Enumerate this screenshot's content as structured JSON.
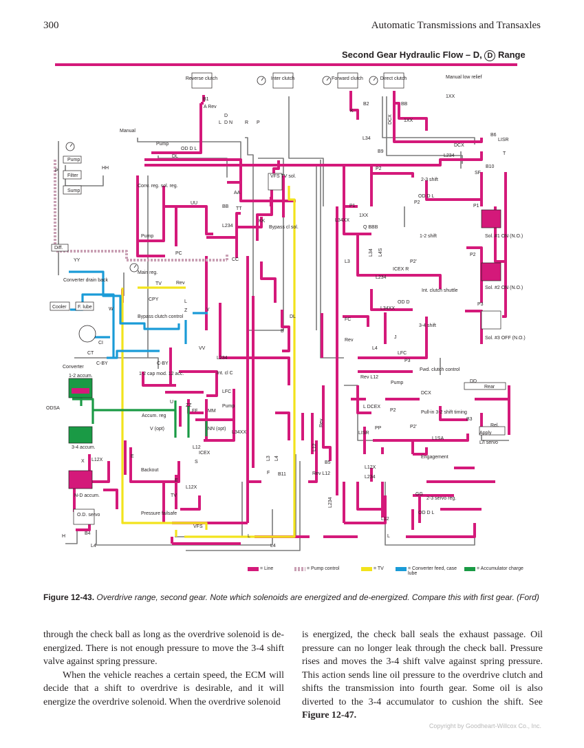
{
  "page": {
    "number": "300",
    "running_title": "Automatic Transmissions and Transaxles",
    "copyright": "Copyright by Goodheart-Willcox Co., Inc."
  },
  "diagram": {
    "title_prefix": "Second Gear Hydraulic Flow – D,",
    "title_circle": "D",
    "title_suffix": "Range",
    "colors": {
      "line": "#d4197a",
      "pump_control": "#c9a0b4",
      "tv": "#f2e31c",
      "converter": "#1a9bd7",
      "accumulator": "#1a9a45",
      "exhaust": "#7a7a7a"
    },
    "labels": {
      "reverse_clutch": "Reverse clutch",
      "inter_clutch": "Inter clutch",
      "forward_clutch": "Forward clutch",
      "direct_clutch": "Direct clutch",
      "manual_low_relief": "Manual low relief",
      "b1": "B1",
      "b2": "B2",
      "a_rev": "A Rev",
      "k": "K",
      "bb": "BB",
      "dcx": "DCX",
      "x1xx": "1XX",
      "x1xx_b": "1XX",
      "manual_pos": "D",
      "manual_l": "L",
      "manual_d": "D",
      "manual_n": "N",
      "manual_r": "R",
      "manual_p": "P",
      "manual": "Manual",
      "pump_top": "Pump",
      "od_d_l": "OD D L",
      "dl": "DL",
      "l34": "L34",
      "b9": "B9",
      "dcx_r": "DCX",
      "l234_r": "L234",
      "b6": "B6",
      "lisr": "LISR",
      "t": "T",
      "b10": "B10",
      "sf": "SF",
      "pump_left": "Pump",
      "p_left": "P",
      "filter": "Filter",
      "hh": "HH",
      "sump": "Sump",
      "conv_reg": "Conv. reg. sol. reg.",
      "aa": "AA",
      "uu": "UU",
      "bb2": "BB",
      "tt": "TT",
      "vfs": "VFS TV sol.",
      "kk": "KK",
      "bypass_cl_sol": "Bypass cl sol.",
      "p2": "P2",
      "shift_23": "2-3 shift",
      "od_d_l2": "OD D L",
      "p2b": "P2",
      "p1": "P1",
      "x1xx_c": "1XX",
      "l34xx": "L34XX",
      "q_bbb": "Q BBB",
      "shift_12": "1-2 shift",
      "p1r": "P1",
      "l234_m": "L234",
      "pump_mid": "Pump",
      "diff": "Diff.",
      "yy": "YY",
      "pc": "PC",
      "cc": "CC",
      "main_reg": "Main reg.",
      "tv_m": "TV",
      "rev_m": "Rev",
      "converter_drain": "Converter drain back",
      "cooler": "Cooler",
      "f_lube": "F. lube",
      "w": "W",
      "cpy": "CPY",
      "l_m": "L",
      "bypass_clutch": "Bypass clutch control",
      "z": "Z",
      "y": "Y",
      "b": "B",
      "dl2": "DL",
      "ct": "CT",
      "ci": "CI",
      "vv": "VV",
      "l3": "L3",
      "l34s": "L34",
      "l4s": "L4S",
      "p2c": "P2'",
      "icex_r": "ICEX R",
      "l234_c": "L234",
      "int_clutch_shuttle": "Int. clutch shuttle",
      "od_d": "OD D",
      "l34xx_c": "L34XX",
      "sol1": "Sol. #1 ON (N.O.)",
      "p2_sol": "P2",
      "sol2": "Sol. #2 ON (N.O.)",
      "p3": "P3",
      "sol3": "Sol. #3 OFF (N.O.)",
      "fc": "FC",
      "shift_34": "3-4 shift",
      "j": "J",
      "rev_c": "Rev",
      "l4": "L4",
      "lfc": "LFC",
      "p3b": "P3",
      "converter": "Converter",
      "c_by": "C-BY",
      "c_by2": "C-BY",
      "l234_b": "L234",
      "accum_12": "1-2 accum.",
      "cap_mod": "1-2 cap mod. 12 acc.",
      "int_cl": "Int. cl C",
      "lfc_b": "LFC",
      "rev_l12": "Rev L12",
      "fwd_clutch_control": "Fwd. clutch control",
      "pump_fc": "Pump",
      "dd": "DD",
      "rear": "Rear",
      "odsa": "ODSA",
      "u": "U",
      "zz": "ZZ",
      "ff": "FF",
      "mm": "MM",
      "pump_ac": "Pump",
      "accum_reg": "Accum. reg",
      "v_opt": "V (opt)",
      "nn_opt": "NN (opt)",
      "l34xx_b": "L34XX",
      "l_dcex": "L DCEX",
      "p2d": "P2",
      "pp": "PP",
      "p2e": "P2'",
      "pullin": "Pull-in 3-2 shift timing",
      "lisr_b": "LISR",
      "rev_v": "Rev",
      "l1sa": "L1SA",
      "b3": "B3",
      "apply": "Apply",
      "rel": "Rel.",
      "li_servo": "L/I servo",
      "accum_34": "3-4 accum.",
      "x": "X",
      "l12x": "L12X",
      "e": "E",
      "l12": "L12",
      "icex": "ICEX",
      "s": "S",
      "backout": "Backout",
      "e2": "E",
      "l12x_b": "L12X",
      "l3_v": "L3",
      "l4_v": "L4",
      "l12_v": "L12",
      "b5": "B5",
      "f": "F",
      "b11": "B11",
      "rev_l12_b": "Rev L12",
      "l12x_c": "L12X",
      "l234_d": "L234",
      "engagement": "Engagement",
      "nd_accum": "N-D accum.",
      "tv_b": "TV",
      "pressure_failsafe": "Pressure failsafe",
      "vfs_b": "VFS",
      "gg": "GG",
      "servo_reg": "2-3 servo reg.",
      "od_d_l3": "OD D L",
      "l234_v": "L234",
      "l12_b": "L12",
      "od_servo": "O.D. servo",
      "h": "H",
      "b4": "B4",
      "l4_b": "L4",
      "l_bot": "L",
      "l4_bot": "L4",
      "l_bot2": "L"
    },
    "legend": [
      {
        "label": "= Line",
        "color": "#d4197a"
      },
      {
        "label": "= Pump control",
        "color": "#c9a0b4"
      },
      {
        "label": "= TV",
        "color": "#f2e31c"
      },
      {
        "label": "= Converter feed, case lube",
        "color": "#1a9bd7"
      },
      {
        "label": "= Accumulator charge",
        "color": "#1a9a45"
      }
    ]
  },
  "caption": {
    "label": "Figure 12-43.",
    "text": "Overdrive range, second gear. Note which solenoids are energized and de-energized. Compare this with first gear. (Ford)"
  },
  "body": {
    "col1_p1": "through the check ball as long as the overdrive solenoid is de-energized. There is not enough pressure to move the 3-4 shift valve against spring pressure.",
    "col1_p2": "When the vehicle reaches a certain speed, the ECM will decide that a shift to overdrive is desirable, and it will energize the overdrive solenoid. When the overdrive solenoid",
    "col2_p1": "is energized, the check ball seals the exhaust passage. Oil pressure can no longer leak through the check ball. Pressure rises and moves the 3-4 shift valve against spring pressure. This action sends line oil pressure to the overdrive clutch and shifts the transmission into fourth gear. Some oil is also diverted to the 3-4 accumulator to cushion the shift. See",
    "col2_ref": "Figure 12-47."
  }
}
